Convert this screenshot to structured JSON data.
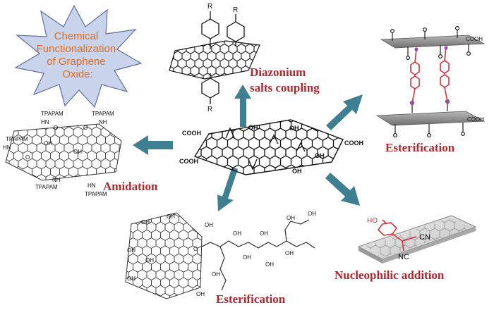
{
  "title_lines": [
    "Chemical",
    "Functionalization",
    "of Graphene",
    "Oxide:"
  ],
  "methods": {
    "diazonium_line1": "Diazonium",
    "diazonium_line2": "salts coupling",
    "amidation": "Amidation",
    "esterification_right": "Esterification",
    "esterification_bottom": "Esterification",
    "nucleophilic": "Nucleophilic addition"
  },
  "center_groups": {
    "cooh": "COOH",
    "oh": "OH"
  },
  "diazonium_groups": {
    "r": "R"
  },
  "amidation_groups": {
    "tpapam": "TPAPAM",
    "oh": "OH",
    "hn": "HN",
    "nh": "NH",
    "o": "O"
  },
  "ester_right_groups": {
    "cooh": "COOH"
  },
  "ester_bottom_groups": {
    "oh": "OH",
    "o": "O"
  },
  "nucleophilic_groups": {
    "ho": "HO",
    "cn": "CN",
    "nc": "NC"
  },
  "colors": {
    "arrow": "#3f7f92",
    "method_label": "#b0272d",
    "burst_fill": "#c9d3ec",
    "burst_text": "#e26b1a",
    "sheet_gray": "#7d7d7d",
    "linker_red": "#d9303a",
    "linker_node": "#9a4bb5"
  }
}
